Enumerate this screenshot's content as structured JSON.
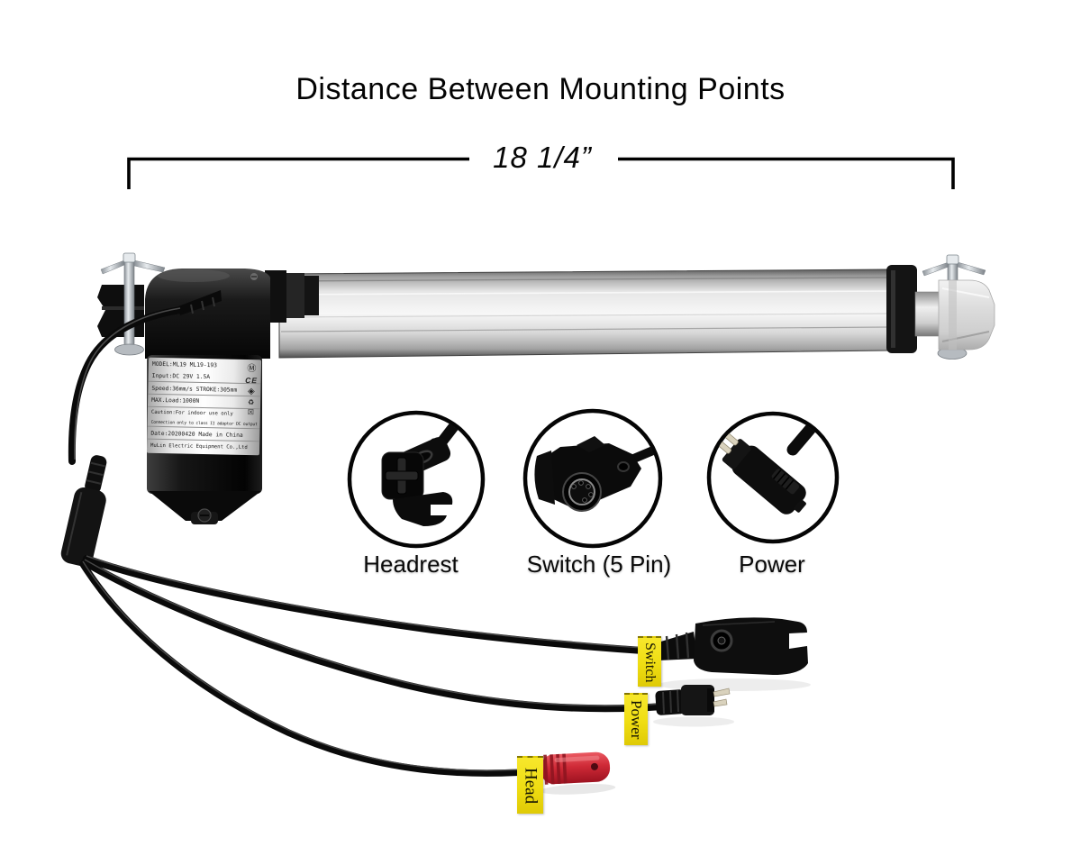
{
  "title": "Distance Between Mounting Points",
  "dimension": {
    "value": "18 1/4”"
  },
  "actuator": {
    "spec_label": {
      "lines": [
        "MODEL:ML19  ML19-193",
        "Input:DC 29V 1.5A",
        "Speed:36mm/s  STROKE:305mm",
        "MAX.Load:1000N",
        "Caution:For indoor use only",
        "Connection only to class II adaptor DC output",
        "Date:20200420  Made in China",
        "MuLin Electric Equipment Co.,Ltd"
      ],
      "marks": [
        {
          "name": "mulin-logo",
          "glyph": "Ⓜ"
        },
        {
          "name": "ce-mark",
          "glyph": "CE"
        },
        {
          "name": "cert-diamond-mark",
          "glyph": "◈"
        },
        {
          "name": "recycle-mark",
          "glyph": "♻"
        },
        {
          "name": "weee-mark",
          "glyph": "☒"
        }
      ]
    }
  },
  "callouts": [
    {
      "label": "Headrest"
    },
    {
      "label": "Switch (5 Pin)"
    },
    {
      "label": "Power"
    }
  ],
  "cable_tags": [
    {
      "label": "Switch"
    },
    {
      "label": "Power"
    },
    {
      "label": "Head"
    }
  ],
  "colors": {
    "background": "#ffffff",
    "line_black": "#000000",
    "tag_yellow": "#efdd12",
    "head_plug_red": "#bf2130",
    "tube_silver": "#e8e8e8"
  }
}
